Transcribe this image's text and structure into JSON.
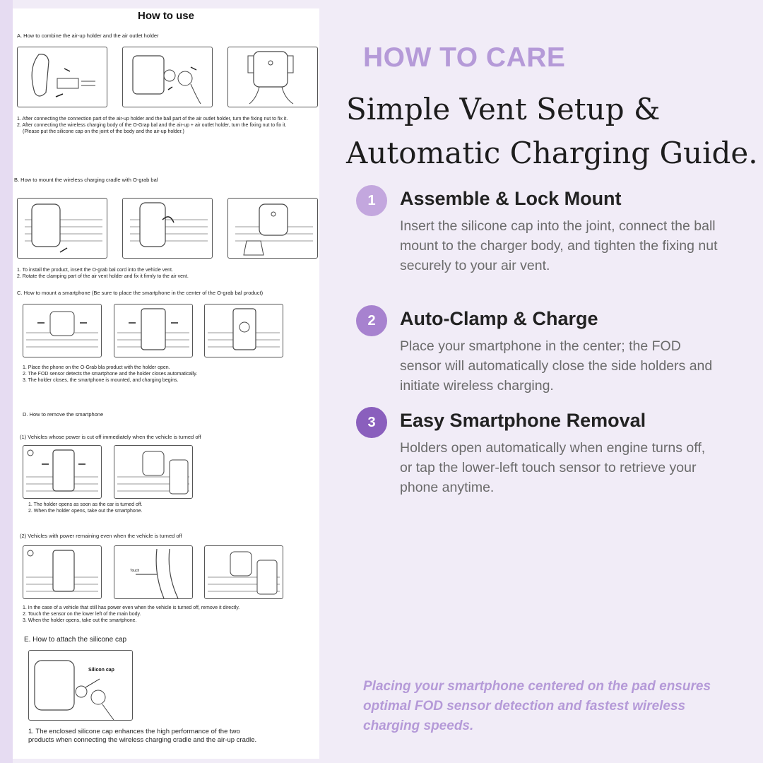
{
  "manual": {
    "title": "How to use",
    "section_a": {
      "heading": "A. How to combine the air-up holder and the air outlet holder",
      "notes": [
        "1. After connecting the connection part of the air-up holder and the ball part of the air outlet holder, turn the fixing nut to fix it.",
        "2. After connecting the wireless charging body of the O-Grap bal and the air-up + air outlet holder, turn the fixing nut to fix it.",
        "(Please put the silicone cap on the joint of the body and the air-up holder.)"
      ]
    },
    "section_b": {
      "heading": "B. How to mount the wireless charging cradle with O-grab bal",
      "notes": [
        "1. To install the product, insert the O-grab bal cord into the vehicle vent.",
        "2. Rotate the clamping part of the air vent holder and fix it firmly to the air vent."
      ]
    },
    "section_c": {
      "heading": "C. How to mount a smartphone (Be sure to place the smartphone in the center of the O-grab bal product)",
      "notes": [
        "1. Place the phone on the O-Grab bla product with the holder open.",
        "2. The FOD sensor detects the smartphone and the holder closes automatically.",
        "3. The holder closes, the smartphone is mounted, and charging begins."
      ]
    },
    "section_d": {
      "heading": "D. How to remove the smartphone",
      "sub1": {
        "heading": "(1) Vehicles whose power is cut off immediately when the vehicle is turned off",
        "notes": [
          "1. The holder opens as soon as the car is turned off.",
          "2. When the holder opens, take out the smartphone."
        ]
      },
      "sub2": {
        "heading": "(2) Vehicles with power remaining even when the vehicle is turned off",
        "touch_label": "Touch",
        "notes": [
          "1. In the case of a vehicle that still has power even when the vehicle is turned off, remove it directly.",
          "2. Touch the sensor on the lower left of the main body.",
          "3. When the holder opens, take out the smartphone."
        ]
      }
    },
    "section_e": {
      "heading": "E. How to attach the silicone cap",
      "label": "Silicon cap",
      "notes": [
        "1. The enclosed silicone cap enhances the high performance of the two",
        "products when connecting the wireless charging cradle and the air-up cradle."
      ]
    }
  },
  "care": {
    "kicker": "HOW TO CARE",
    "headline_line1": "Simple Vent Setup &",
    "headline_line2": "Automatic Charging Guide.",
    "steps": [
      {
        "num": "1",
        "title": "Assemble & Lock Mount",
        "desc": "Insert the silicone cap into the joint, connect the ball mount to the charger body, and tighten the fixing nut securely to your air vent.",
        "color": "#c3a7de"
      },
      {
        "num": "2",
        "title": "Auto-Clamp & Charge",
        "desc": "Place your smartphone in the center; the FOD sensor will automatically close the side holders and initiate wireless charging.",
        "color": "#a782cf"
      },
      {
        "num": "3",
        "title": "Easy Smartphone Removal",
        "desc": "Holders open automatically when engine turns off, or tap the lower-left touch sensor to retrieve your phone anytime.",
        "color": "#8a5fbd"
      }
    ],
    "footer": "Placing your smartphone centered on the pad ensures optimal FOD sensor detection and fastest wireless charging speeds."
  }
}
